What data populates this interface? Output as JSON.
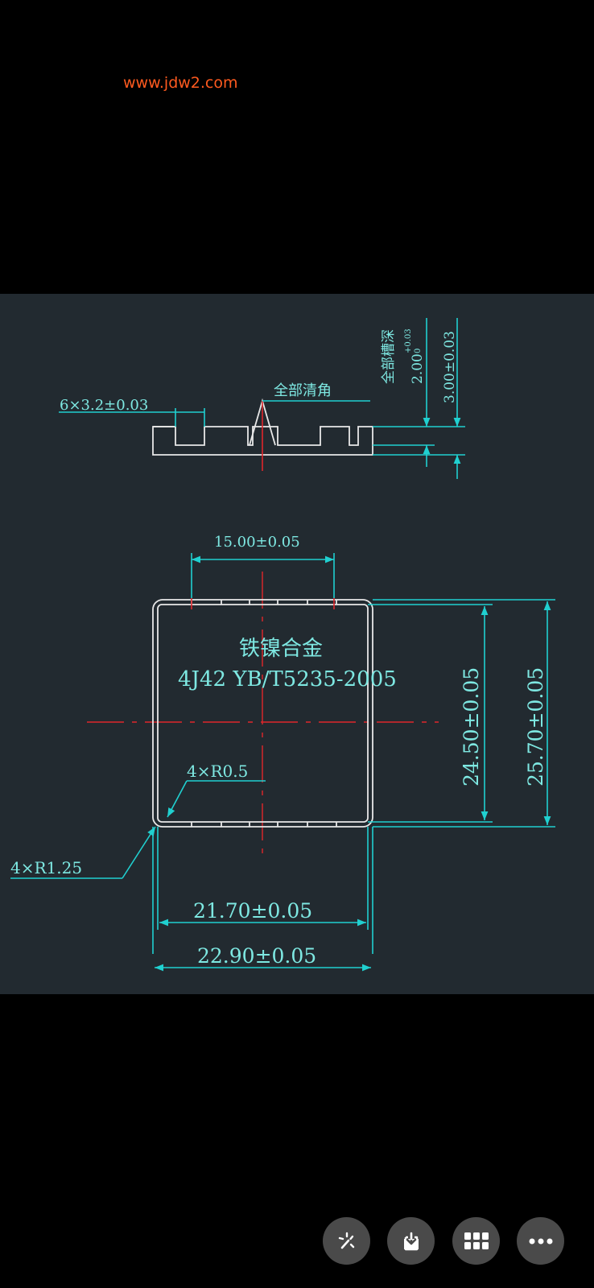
{
  "watermark": "www.jdw2.com",
  "drawing": {
    "top_view": {
      "slot_dim": "6×3.2±0.03",
      "chamfer_note": "全部清角",
      "groove_note": "全部槽深",
      "groove_depth": "2.00",
      "groove_tol_upper": "+0.03",
      "groove_tol_lower": "0",
      "thickness_dim": "3.00±0.03"
    },
    "main_view": {
      "width_top": "15.00±0.05",
      "material_name": "铁镍合金",
      "material_spec": "4J42  YB/T5235-2005",
      "inner_radius": "4×R0.5",
      "outer_radius": "4×R1.25",
      "inner_height": "24.50±0.05",
      "outer_height": "25.70±0.05",
      "inner_width": "21.70±0.05",
      "outer_width": "22.90±0.05"
    }
  },
  "toolbar": {
    "buttons": [
      {
        "icon": "magic-wand-icon"
      },
      {
        "icon": "download-icon"
      },
      {
        "icon": "grid-icon"
      },
      {
        "icon": "more-icon"
      }
    ]
  },
  "colors": {
    "background": "#000000",
    "drawing_bg": "#222a30",
    "dimension_cyan": "#20d0d0",
    "centerline_red": "#e0262a",
    "watermark": "#ff5a1f",
    "button_bg": "#4a4a4a"
  }
}
